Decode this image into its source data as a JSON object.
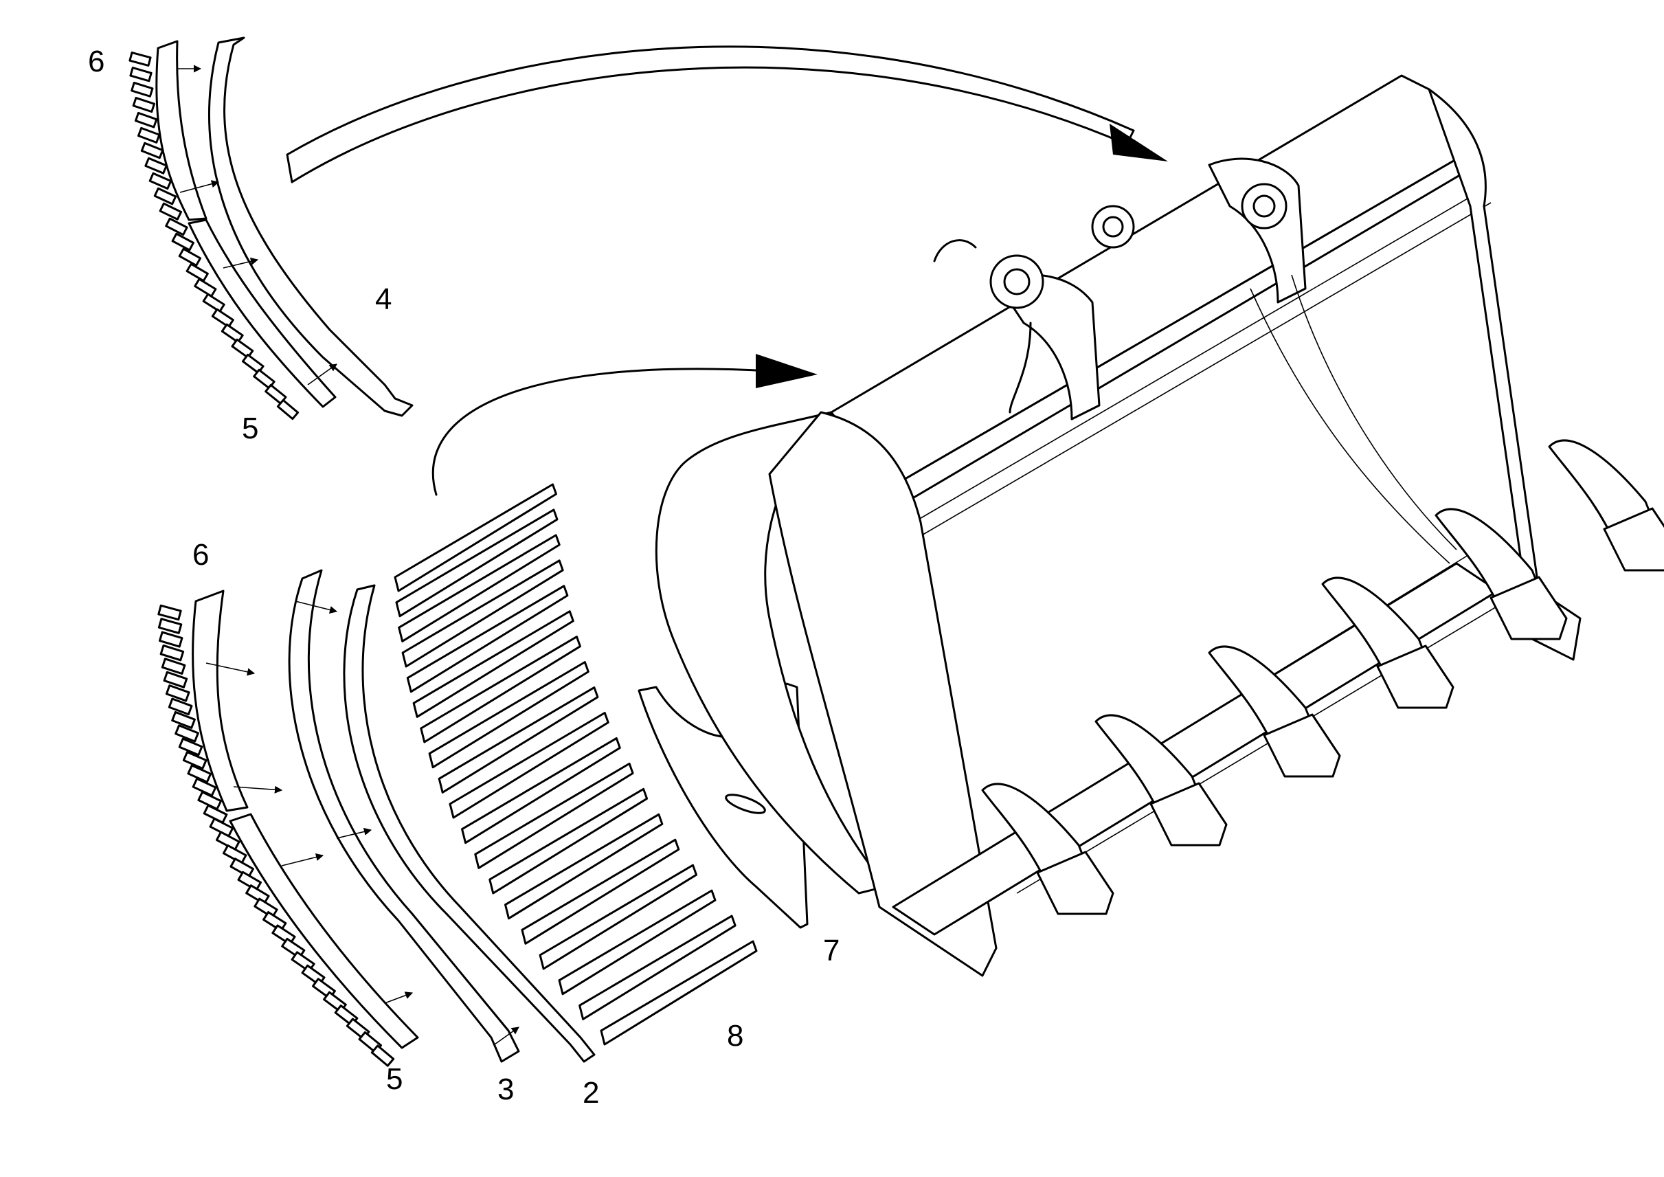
{
  "diagram": {
    "callouts": [
      {
        "id": "upper-6",
        "label": "6"
      },
      {
        "id": "upper-4",
        "label": "4"
      },
      {
        "id": "upper-5",
        "label": "5"
      },
      {
        "id": "lower-6",
        "label": "6"
      },
      {
        "id": "lower-7",
        "label": "7"
      },
      {
        "id": "lower-8",
        "label": "8"
      },
      {
        "id": "lower-5",
        "label": "5"
      },
      {
        "id": "lower-3",
        "label": "3"
      },
      {
        "id": "lower-2",
        "label": "2"
      }
    ]
  }
}
